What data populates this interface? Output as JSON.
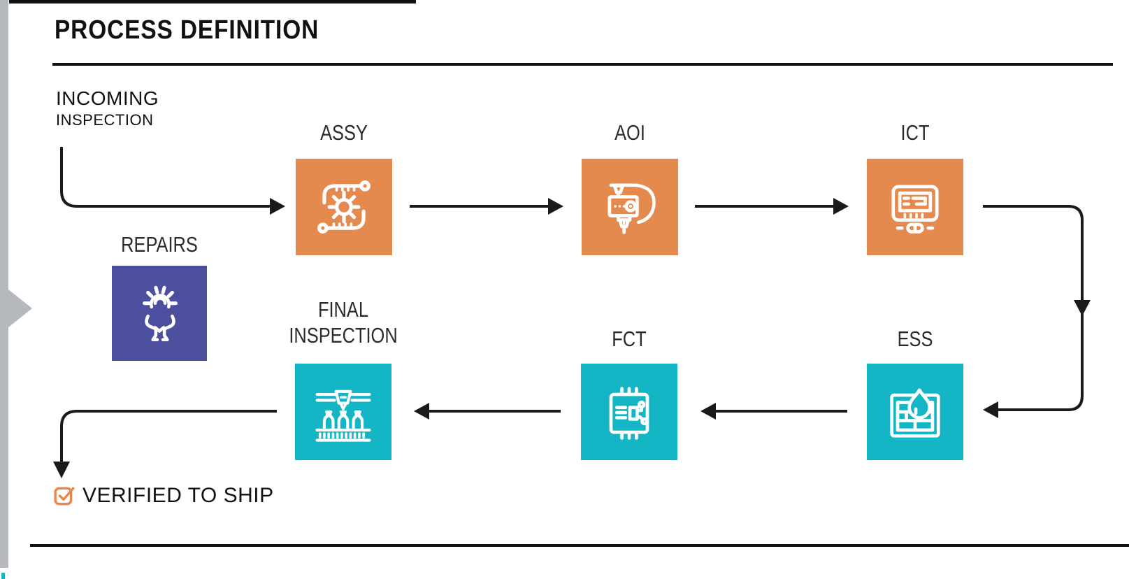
{
  "header": {
    "title": "PROCESS DEFINITION"
  },
  "flow": {
    "start": {
      "line1": "INCOMING",
      "line2": "INSPECTION"
    },
    "nodes": {
      "assy": {
        "label": "ASSY"
      },
      "aoi": {
        "label": "AOI"
      },
      "ict": {
        "label": "ICT"
      },
      "ess": {
        "label": "ESS"
      },
      "fct": {
        "label": "FCT"
      },
      "final": {
        "line1": "FINAL",
        "line2": "INSPECTION"
      },
      "repairs": {
        "label": "REPAIRS"
      }
    },
    "end": {
      "label": "VERIFIED TO SHIP"
    }
  },
  "icons": {
    "assy": "process-gear",
    "aoi": "optical-inspection-machine",
    "ict": "test-console",
    "ess": "moisture-screen-grid",
    "fct": "circuit-chip",
    "final": "conveyor-inspection",
    "repairs": "gear-wrench",
    "end_check": "checkbox-checked",
    "rail": "right-arrow"
  },
  "colors": {
    "orange": "#E58A4F",
    "teal": "#14B5C4",
    "purple": "#4C4F9E",
    "rail_gray": "#B5B8BD",
    "line": "#1A1A1A",
    "check_orange": "#E8874B",
    "label_dark": "#2B2B2B"
  }
}
